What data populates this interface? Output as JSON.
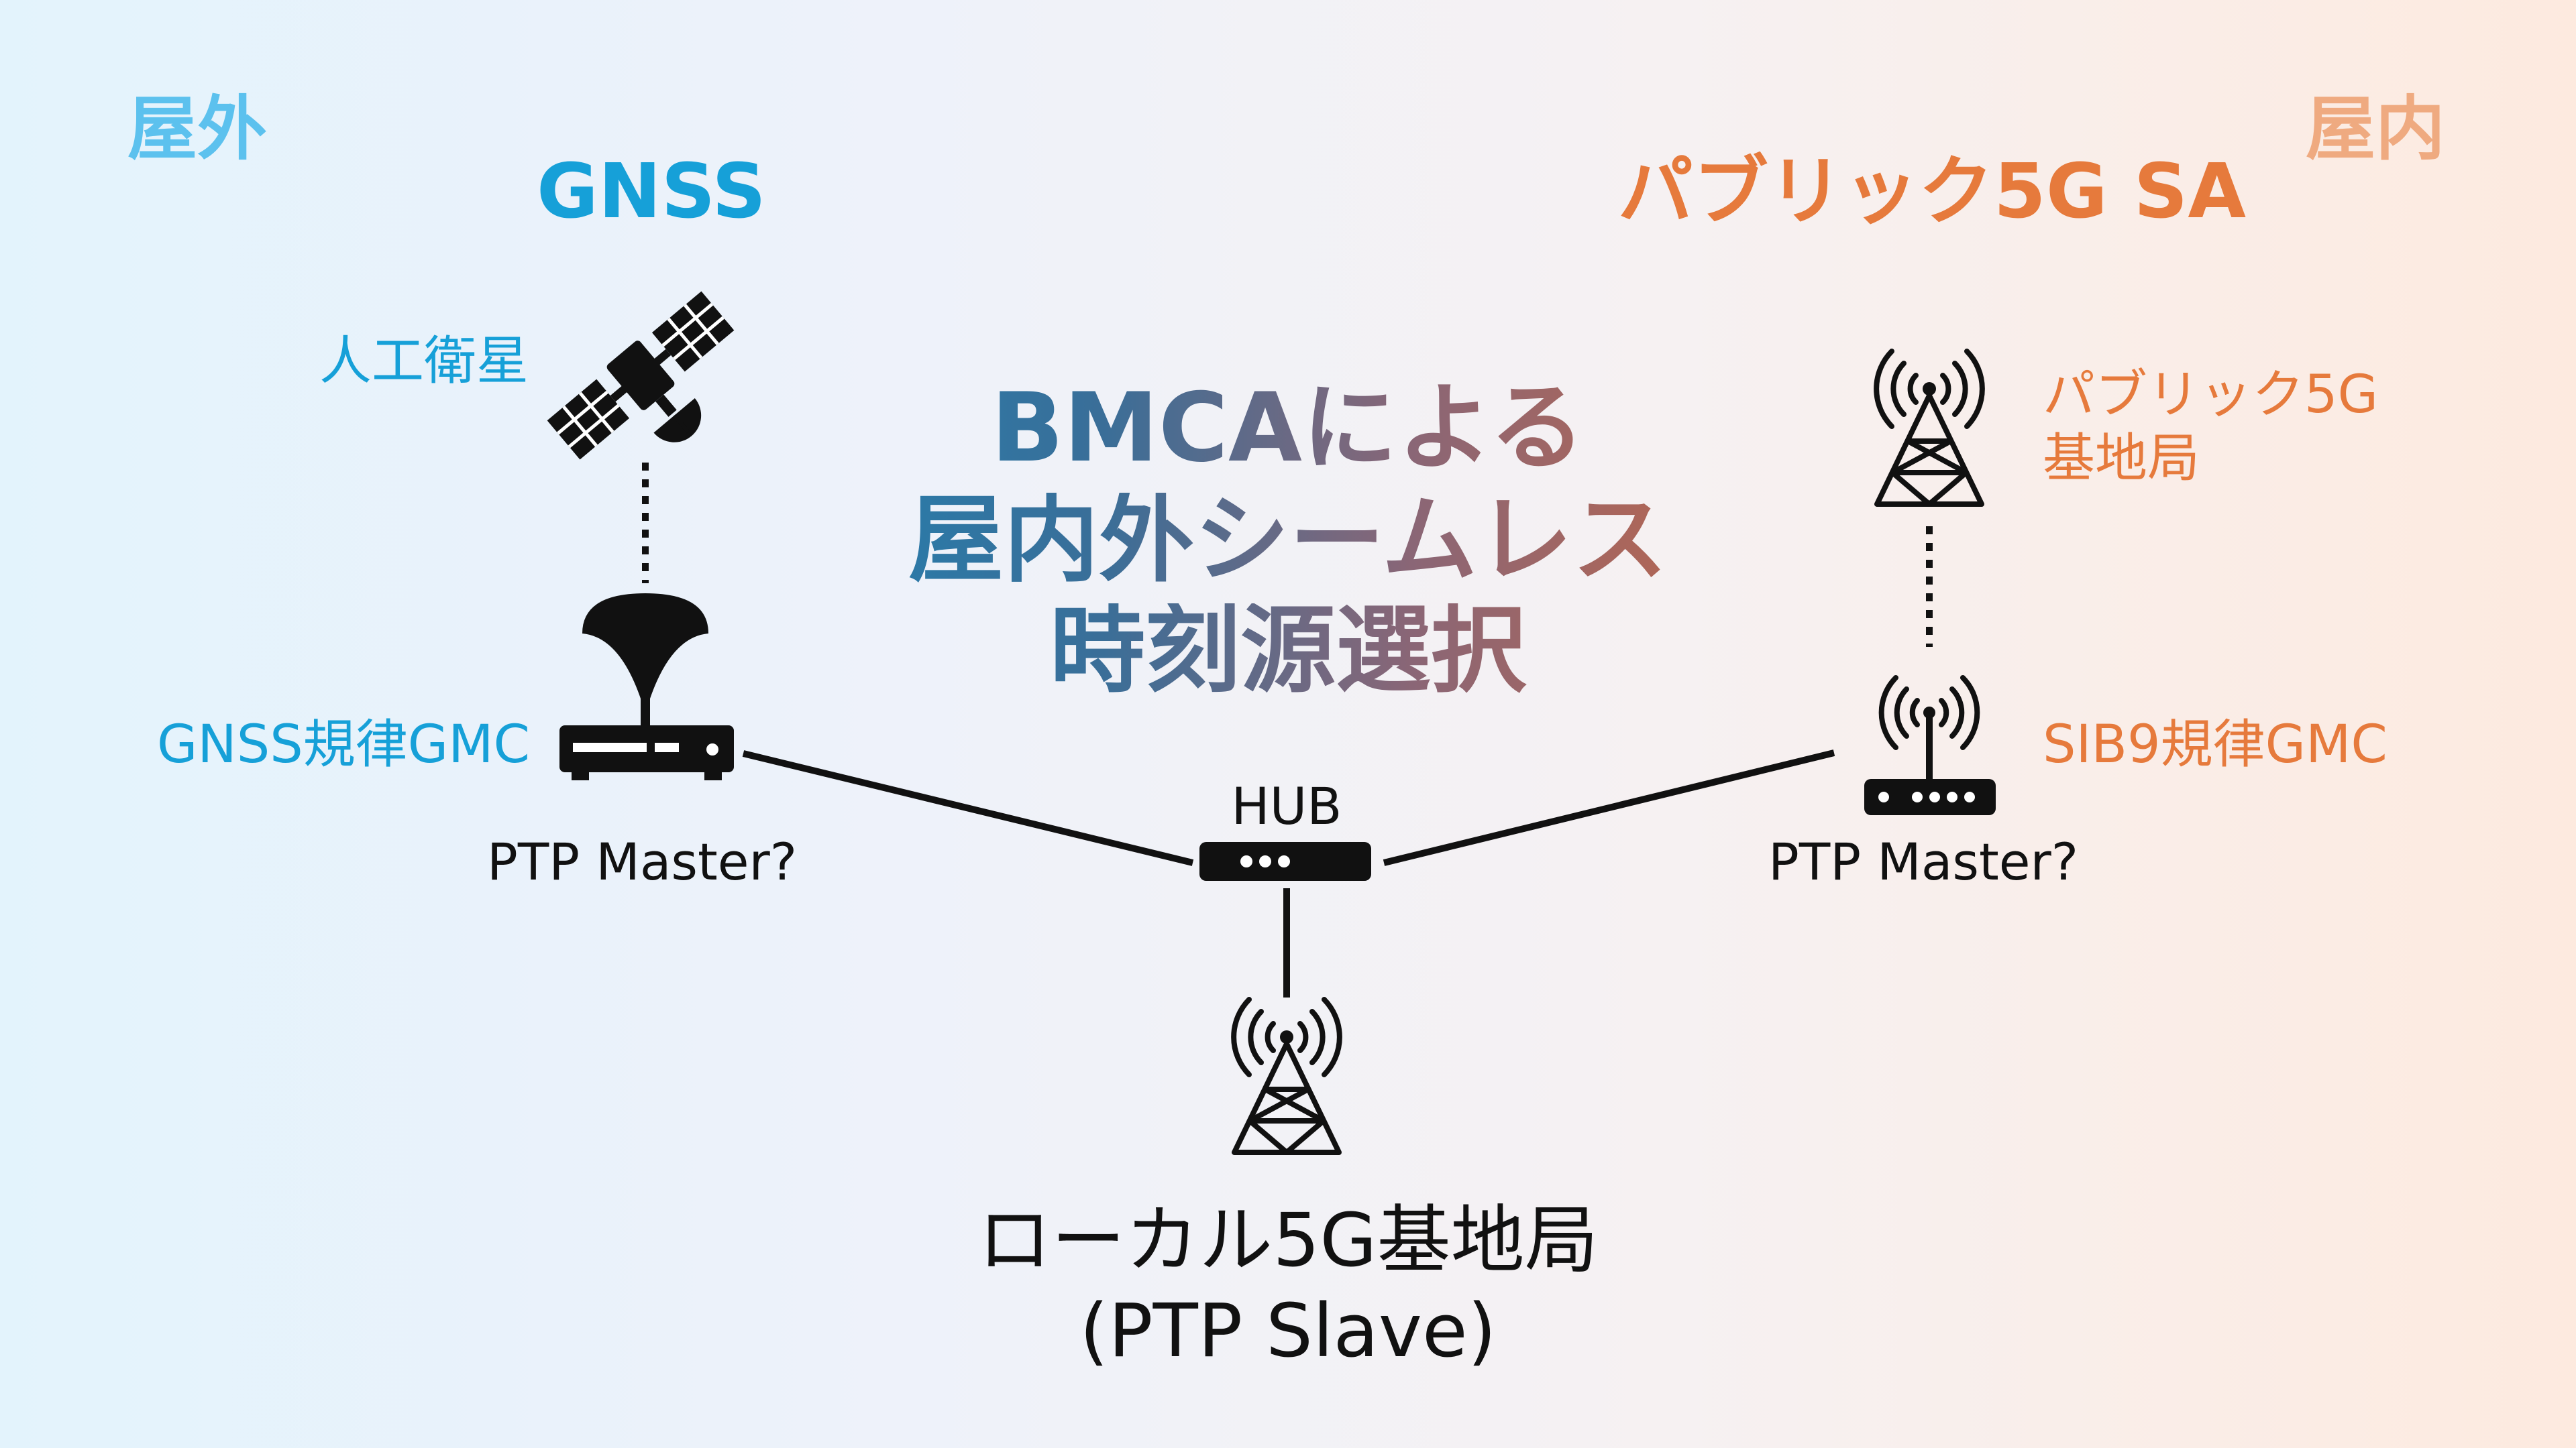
{
  "zones": {
    "outdoor": "屋外",
    "indoor": "屋内"
  },
  "headings": {
    "left": "GNSS",
    "right": "パブリック5G SA"
  },
  "title": {
    "line1": "BMCAによる",
    "line2": "屋内外シームレス",
    "line3": "時刻源選択"
  },
  "left": {
    "satellite_label": "人工衛星",
    "gmc_label": "GNSS規律GMC",
    "ptp_label": "PTP Master?"
  },
  "right": {
    "station_label_1": "パブリック5G",
    "station_label_2": "基地局",
    "gmc_label": "SIB9規律GMC",
    "ptp_label": "PTP Master?"
  },
  "hub": {
    "label": "HUB"
  },
  "bottom": {
    "label_1": "ローカル5G基地局",
    "label_2": "(PTP Slave)"
  },
  "colors": {
    "outdoor": "#16a0d8",
    "indoor": "#e67a3c",
    "outdoor_zone": "#5cc1ee",
    "indoor_zone": "#efaa80",
    "line": "#111111"
  },
  "icons": [
    "satellite-icon",
    "gnss-antenna-icon",
    "gnss-receiver-icon",
    "hub-icon",
    "router-antenna-icon",
    "cell-tower-icon"
  ]
}
